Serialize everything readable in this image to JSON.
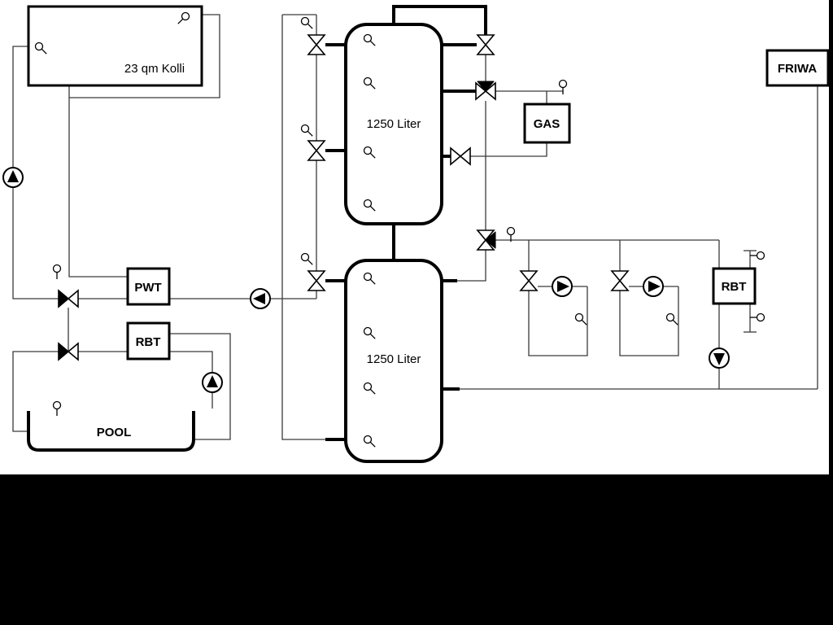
{
  "diagram": {
    "title": "Heating / solar / pool hydraulic schematic",
    "labels": {
      "collector": "23 qm Kolli",
      "tank1": "1250 Liter",
      "tank2": "1250 Liter",
      "gas": "GAS",
      "friwa": "FRIWA",
      "pwt": "PWT",
      "rbt_left": "RBT",
      "rbt_right": "RBT",
      "pool": "POOL"
    },
    "colors": {
      "background": "#ffffff",
      "thin_line": "#3a3a3a",
      "pipe": "#000000",
      "frame": "#000000"
    },
    "icons": {
      "pump": "circle-with-filled-triangle",
      "valve": "bowtie-two-triangles",
      "three_way_valve": "bowtie-with-filled-third-triangle",
      "sensor": "small-circle-with-stem"
    }
  }
}
